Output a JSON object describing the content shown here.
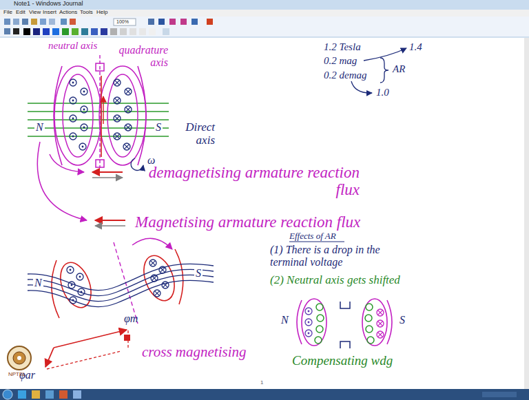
{
  "diagram": {
    "labels": [
      "Note1 - Windows Journal",
      "File",
      "Edit",
      "View",
      "Insert",
      "Actions",
      "Tools",
      "Help",
      "100%",
      "neutral axis",
      "quadrature axis",
      "N",
      "S",
      "Direct axis",
      "ω",
      "1.2 Tesla",
      "1.4",
      "0.2 mag",
      "0.2 demag",
      "AR",
      "1.0",
      "demagnetising armature reaction flux",
      "Magnetising armature reaction flux",
      "Effects of AR",
      "(1) There is a drop in the terminal voltage",
      "(2) Neutral axis gets shifted",
      "N",
      "S",
      "φm",
      "φar",
      "cross magnetising",
      "N",
      "S",
      "Compensating wdg",
      "NPTEL",
      "1"
    ]
  }
}
